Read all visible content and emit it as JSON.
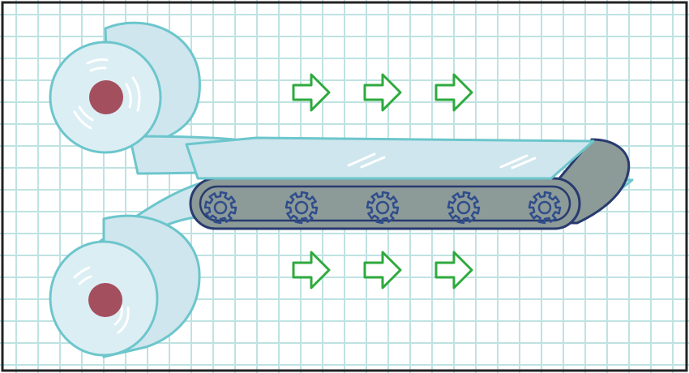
{
  "colors": {
    "background": "#ffffff",
    "grid": "#bfe2e2",
    "border": "#222222",
    "film_fill": "#cfe6ee",
    "film_stroke": "#6cc6cc",
    "roll_end": "#dbeef3",
    "core": "#a44f5e",
    "belt_fill": "#8c9a98",
    "belt_stroke": "#283a6e",
    "gear": "#2f4d8c",
    "arrow_fill": "#ffffff",
    "arrow_stroke": "#2eaa3e"
  },
  "icons": {
    "upper_roll": "film-roll-icon",
    "lower_roll": "film-roll-icon",
    "belt": "conveyor-belt-icon",
    "gear": "gear-icon",
    "arrow": "arrow-right-icon"
  },
  "diagram": {
    "rolls": 2,
    "gears": 5,
    "arrow_rows": 2,
    "arrows_per_row": 3,
    "direction": "right"
  }
}
